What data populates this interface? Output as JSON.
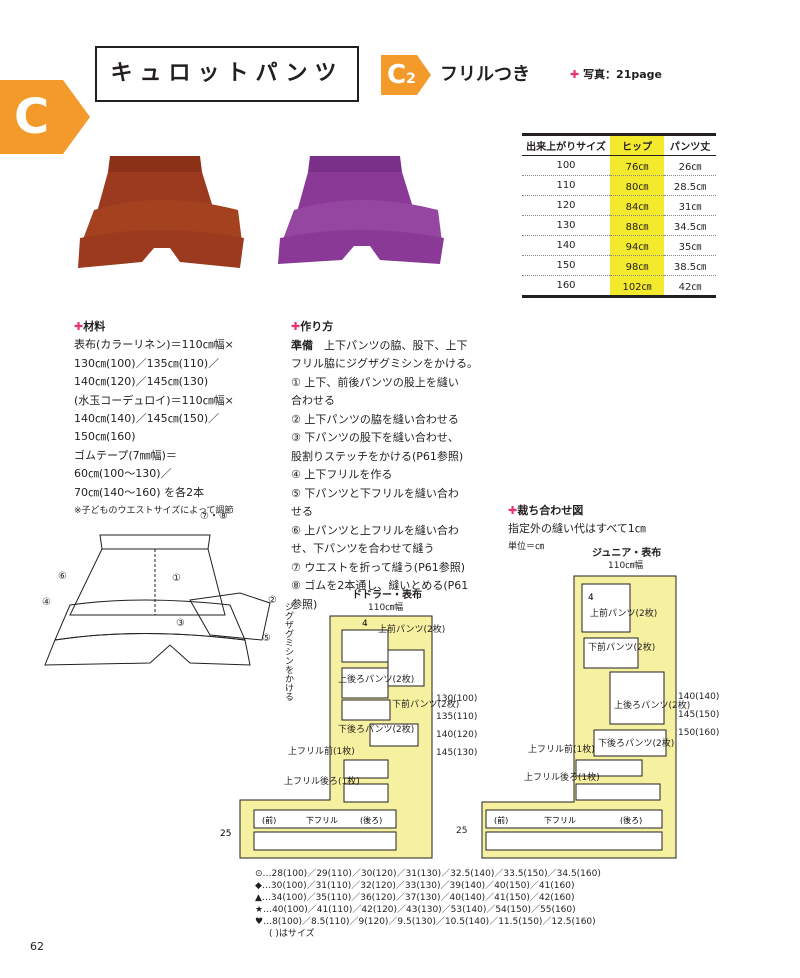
{
  "header": {
    "badge": "C",
    "title": "キュロットパンツ",
    "variant_badge": "C",
    "variant_badge_sub": "2",
    "variant_name": "フリルつき",
    "photo_ref": "写真：21page"
  },
  "photos": {
    "left_color": "#9b3a1f",
    "right_color": "#8a3a96"
  },
  "size_table": {
    "headers": [
      "出来上がりサイズ",
      "ヒップ",
      "パンツ丈"
    ],
    "rows": [
      [
        "100",
        "76㎝",
        "26㎝"
      ],
      [
        "110",
        "80㎝",
        "28.5㎝"
      ],
      [
        "120",
        "84㎝",
        "31㎝"
      ],
      [
        "130",
        "88㎝",
        "34.5㎝"
      ],
      [
        "140",
        "94㎝",
        "35㎝"
      ],
      [
        "150",
        "98㎝",
        "38.5㎝"
      ],
      [
        "160",
        "102㎝",
        "42㎝"
      ]
    ]
  },
  "materials": {
    "title": "材料",
    "lines": [
      "表布(カラーリネン)＝110㎝幅×",
      "130㎝(100)／135㎝(110)／",
      "140㎝(120)／145㎝(130)",
      "(水玉コーデュロイ)＝110㎝幅×",
      "140㎝(140)／145㎝(150)／",
      "150㎝(160)",
      "ゴムテープ(7㎜幅)＝",
      "60㎝(100〜130)／",
      "70㎝(140〜160) を各2本"
    ],
    "note": "※子どものウエストサイズによって調節"
  },
  "method": {
    "title": "作り方",
    "prep_label": "準備",
    "lines": [
      "上下パンツの脇、股下、上下",
      "フリル脇にジグザグミシンをかける。",
      "① 上下、前後パンツの股上を縫い",
      "合わせる",
      "② 上下パンツの脇を縫い合わせる",
      "③ 下パンツの股下を縫い合わせ、",
      "股割りステッチをかける(P61参照)",
      "④ 上下フリルを作る",
      "⑤ 下パンツと下フリルを縫い合わ",
      "せる",
      "⑥ 上パンツと上フリルを縫い合わ",
      "せ、下パンツを合わせて縫う",
      "⑦ ウエストを折って縫う(P61参照)",
      "⑧ ゴムを2本通し、縫いとめる(P61",
      "参照)"
    ]
  },
  "illustration": {
    "label_78": "⑦・⑧",
    "label_1": "①",
    "label_2": "②",
    "label_3": "③",
    "label_4": "④",
    "label_5": "⑤",
    "label_6": "⑥",
    "zigzag_note": "ジグザグミシンをかける"
  },
  "cutting": {
    "title": "裁ち合わせ図",
    "note": "指定外の縫い代はすべて1㎝",
    "unit": "単位＝㎝",
    "left": {
      "fabric": "ドドラー・表布",
      "width": "110㎝幅",
      "pieces": [
        "上前パンツ(2枚)",
        "上後ろパンツ(2枚)",
        "下前パンツ(2枚)",
        "下後ろパンツ(2枚)"
      ],
      "frill_front": "上フリル前(1枚)",
      "frill_back": "上フリル後ろ(1枚)",
      "lower_frill": "下フリル",
      "front": "(前)",
      "back": "(後ろ)",
      "heights": [
        "130(100)",
        "135(110)",
        "140(120)",
        "145(130)"
      ],
      "dim_25": "25",
      "dim_4": "4"
    },
    "right": {
      "fabric": "ジュニア・表布",
      "width": "110㎝幅",
      "pieces": [
        "上前パンツ(2枚)",
        "下前パンツ(2枚)",
        "上後ろパンツ(2枚)",
        "下後ろパンツ(2枚)"
      ],
      "frill_front": "上フリル前(1枚)",
      "frill_back": "上フリル後ろ(1枚)",
      "lower_frill": "下フリル",
      "front": "(前)",
      "back": "(後ろ)",
      "heights": [
        "140(140)",
        "145(150)",
        "150(160)"
      ],
      "dim_25": "25",
      "dim_4": "4"
    }
  },
  "legend": {
    "lines": [
      "⊙…28(100)／29(110)／30(120)／31(130)／32.5(140)／33.5(150)／34.5(160)",
      "◆…30(100)／31(110)／32(120)／33(130)／39(140)／40(150)／41(160)",
      "▲…34(100)／35(110)／36(120)／37(130)／40(140)／41(150)／42(160)",
      "★…40(100)／41(110)／42(120)／43(130)／53(140)／54(150)／55(160)",
      "♥…8(100)／8.5(110)／9(120)／9.5(130)／10.5(140)／11.5(150)／12.5(160)",
      "(   )はサイズ"
    ]
  },
  "page_number": "62",
  "colors": {
    "accent": "#f39a2b",
    "highlight": "#f3ea2e",
    "fabric": "#f6f1a0",
    "plus": "#e8336d"
  }
}
